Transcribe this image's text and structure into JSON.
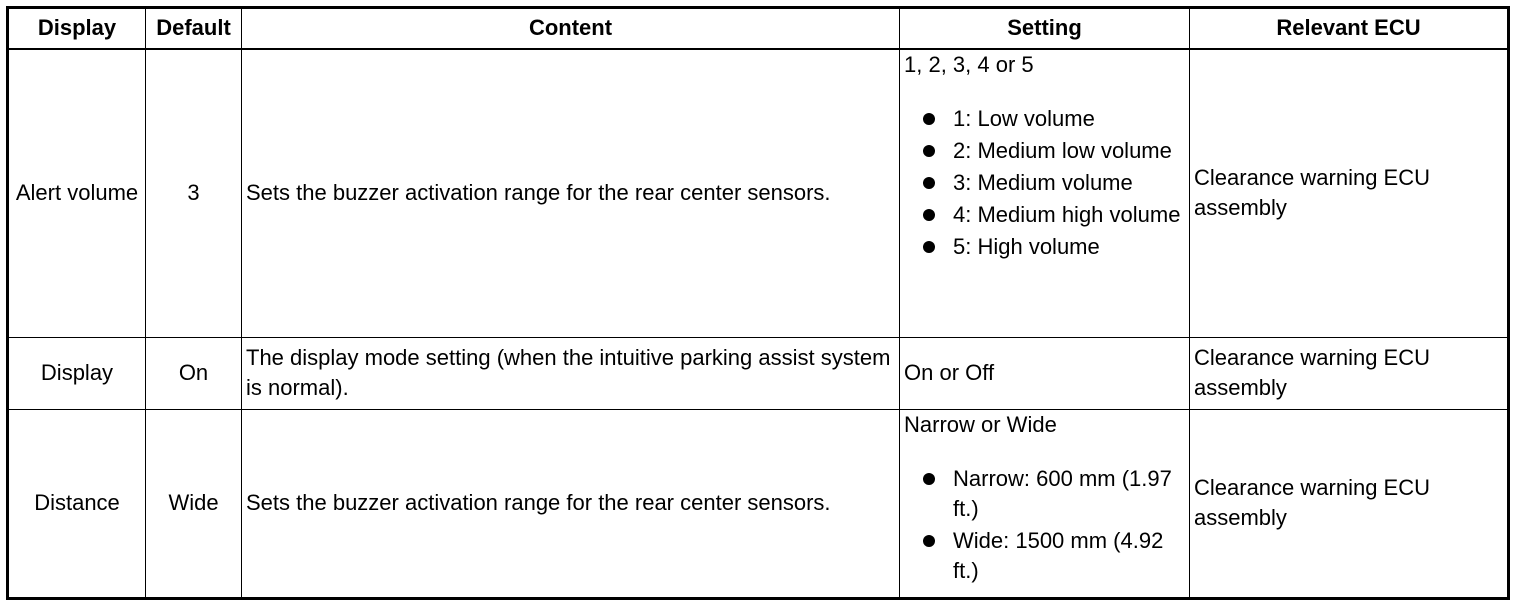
{
  "headers": {
    "display": "Display",
    "default": "Default",
    "content": "Content",
    "setting": "Setting",
    "ecu": "Relevant ECU"
  },
  "rows": [
    {
      "display": "Alert volume",
      "default": "3",
      "content": "Sets the buzzer activation range for the rear center sensors.",
      "setting_intro": "1, 2, 3, 4 or 5",
      "setting_items": [
        "1: Low volume",
        "2: Medium low volume",
        "3: Medium volume",
        "4: Medium high volume",
        "5: High volume"
      ],
      "ecu": "Clearance warning ECU assembly"
    },
    {
      "display": "Display",
      "default": "On",
      "content": "The display mode setting (when the intuitive parking assist system is normal).",
      "setting_intro": "On or Off",
      "ecu": "Clearance warning ECU assembly"
    },
    {
      "display": "Distance",
      "default": "Wide",
      "content": "Sets the buzzer activation range for the rear center sensors.",
      "setting_intro": "Narrow or Wide",
      "setting_items": [
        "Narrow: 600 mm (1.97 ft.)",
        "Wide: 1500 mm (4.92 ft.)"
      ],
      "ecu": "Clearance warning ECU assembly"
    }
  ]
}
